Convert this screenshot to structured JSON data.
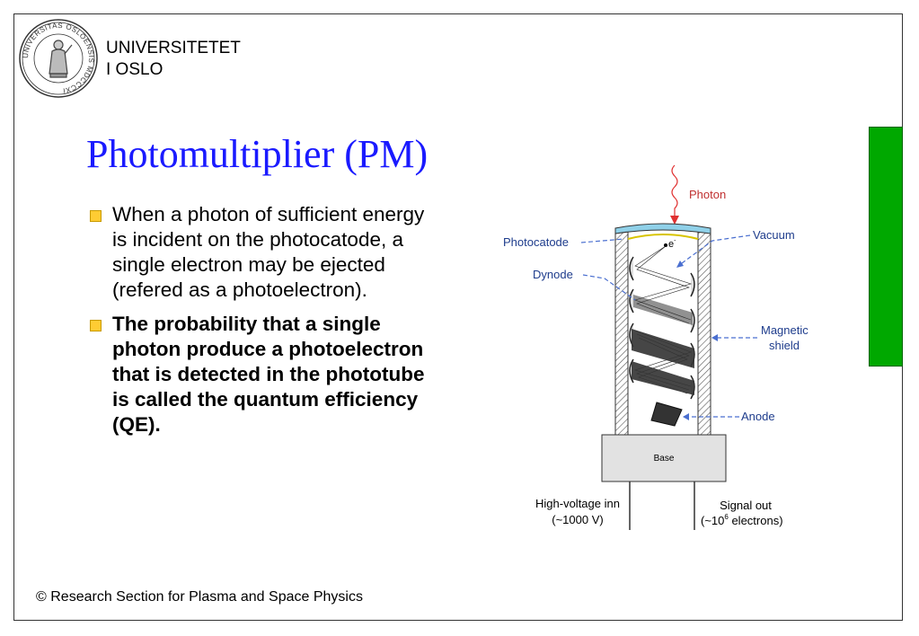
{
  "header": {
    "institution_line1": "UNIVERSITETET",
    "institution_line2": "I OSLO",
    "seal_text": "UNIVERSITAS OSLOENSIS MDCCCXI"
  },
  "slide": {
    "title": "Photomultiplier (PM)",
    "bullets": [
      {
        "text": "When a photon of sufficient energy is incident on the photocatode, a single electron may be ejected (refered as a photoelectron).",
        "bold": false
      },
      {
        "text": "The probability that a single photon produce a photoelectron that is detected in the phototube is called the quantum efficiency (QE).",
        "bold": true
      }
    ]
  },
  "diagram": {
    "labels": {
      "photon": "Photon",
      "photocatode": "Photocatode",
      "vacuum": "Vacuum",
      "electron": "e",
      "electron_sup": "-",
      "dynode": "Dynode",
      "magnetic1": "Magnetic",
      "magnetic2": "shield",
      "anode": "Anode",
      "base": "Base",
      "hv_line1": "High-voltage inn",
      "hv_line2": "(~1000 V)",
      "signal_line1": "Signal out",
      "signal_pre": "(~10",
      "signal_sup": "6",
      "signal_post": "  electrons)"
    }
  },
  "footer": {
    "text": "© Research Section for Plasma and Space Physics"
  },
  "colors": {
    "title": "#1a1aff",
    "accent_green": "#00a800",
    "bullet": "#ffcc33",
    "photon": "#e03030",
    "leader": "#4a6fd0"
  }
}
